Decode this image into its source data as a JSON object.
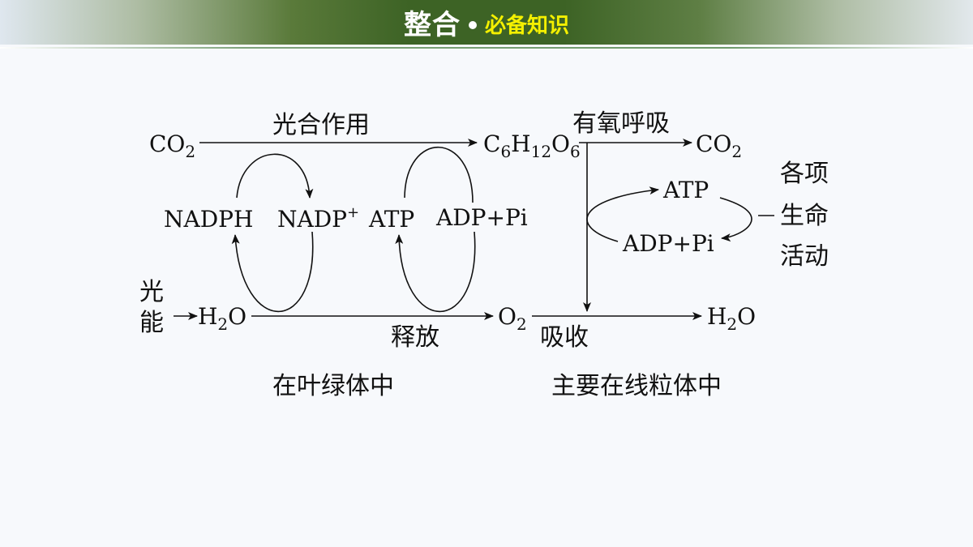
{
  "header": {
    "main": "整合",
    "sub": "必备知识"
  },
  "diagram": {
    "left": {
      "co2": "CO",
      "co2_sub": "2",
      "process": "光合作用",
      "nadph": "NADPH",
      "nadp": "NADP",
      "nadp_sup": "+",
      "atp": "ATP",
      "adp_pi": "ADP+Pi",
      "light_1": "光",
      "light_2": "能",
      "h2o_h": "H",
      "h2o_sub": "2",
      "h2o_o": "O",
      "release": "释放",
      "location": "在叶绿体中"
    },
    "center": {
      "glucose_c": "C",
      "glucose_c_sub": "6",
      "glucose_h": "H",
      "glucose_h_sub": "12",
      "glucose_o": "O",
      "glucose_o_sub": "6",
      "o2": "O",
      "o2_sub": "2"
    },
    "right": {
      "process": "有氧呼吸",
      "co2": "CO",
      "co2_sub": "2",
      "atp": "ATP",
      "adp_pi": "ADP+Pi",
      "activity_1": "各项",
      "activity_2": "生命",
      "activity_3": "活动",
      "absorb": "吸收",
      "h2o_h": "H",
      "h2o_sub": "2",
      "h2o_o": "O",
      "location": "主要在线粒体中"
    }
  }
}
